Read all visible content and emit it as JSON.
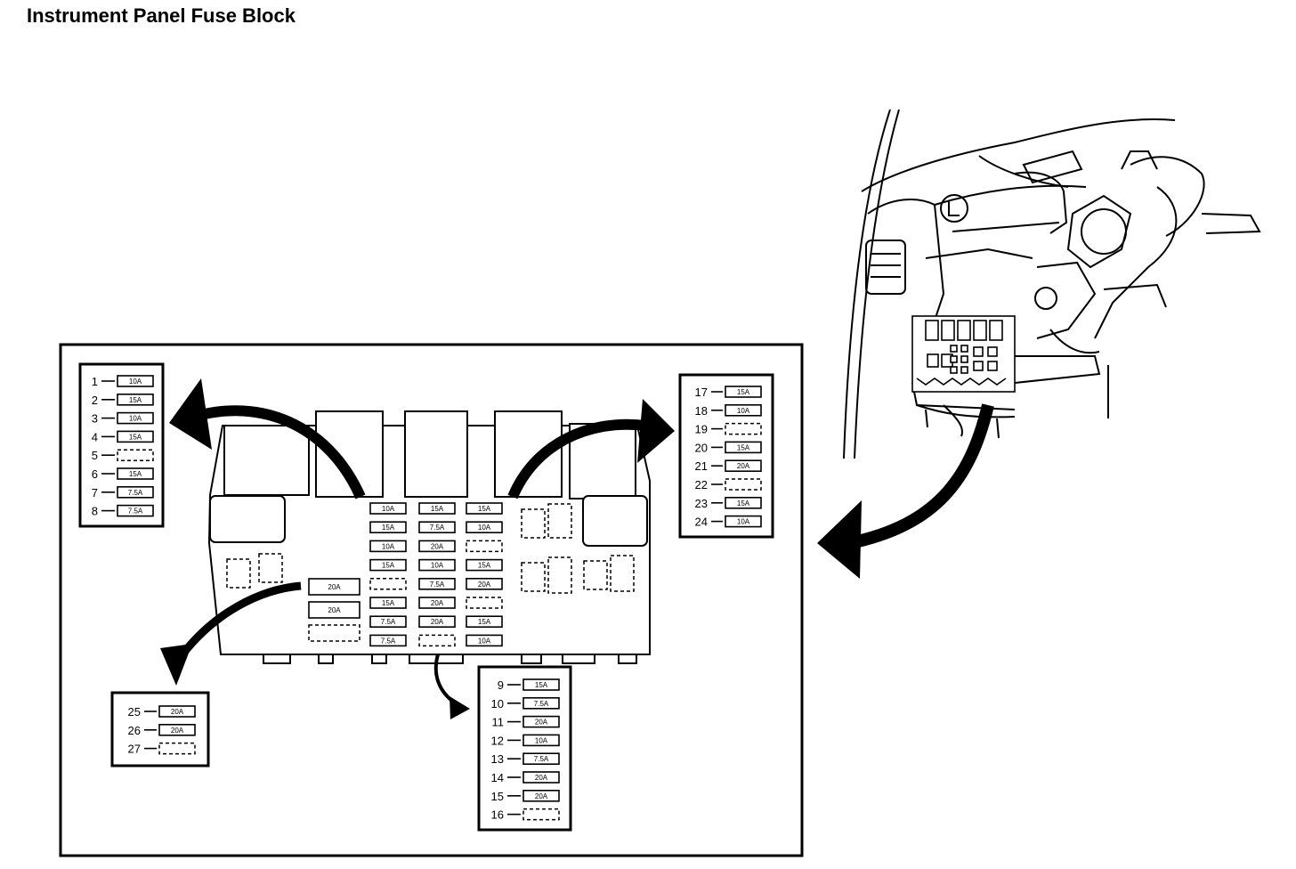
{
  "title": "Instrument Panel Fuse Block",
  "legend_left": [
    {
      "num": "1",
      "amp": "10A"
    },
    {
      "num": "2",
      "amp": "15A"
    },
    {
      "num": "3",
      "amp": "10A"
    },
    {
      "num": "4",
      "amp": "15A"
    },
    {
      "num": "5",
      "amp": ""
    },
    {
      "num": "6",
      "amp": "15A"
    },
    {
      "num": "7",
      "amp": "7.5A"
    },
    {
      "num": "8",
      "amp": "7.5A"
    }
  ],
  "legend_right": [
    {
      "num": "17",
      "amp": "15A"
    },
    {
      "num": "18",
      "amp": "10A"
    },
    {
      "num": "19",
      "amp": ""
    },
    {
      "num": "20",
      "amp": "15A"
    },
    {
      "num": "21",
      "amp": "20A"
    },
    {
      "num": "22",
      "amp": ""
    },
    {
      "num": "23",
      "amp": "15A"
    },
    {
      "num": "24",
      "amp": "10A"
    }
  ],
  "legend_bottom": [
    {
      "num": "9",
      "amp": "15A"
    },
    {
      "num": "10",
      "amp": "7.5A"
    },
    {
      "num": "11",
      "amp": "20A"
    },
    {
      "num": "12",
      "amp": "10A"
    },
    {
      "num": "13",
      "amp": "7.5A"
    },
    {
      "num": "14",
      "amp": "20A"
    },
    {
      "num": "15",
      "amp": "20A"
    },
    {
      "num": "16",
      "amp": ""
    }
  ],
  "legend_bottom_left": [
    {
      "num": "25",
      "amp": "20A"
    },
    {
      "num": "26",
      "amp": "20A"
    },
    {
      "num": "27",
      "amp": ""
    }
  ],
  "block_col1": [
    "10A",
    "15A",
    "10A",
    "15A",
    "",
    "15A",
    "7.5A",
    "7.5A"
  ],
  "block_col2": [
    "15A",
    "7.5A",
    "20A",
    "10A",
    "7.5A",
    "20A",
    "20A",
    ""
  ],
  "block_col3": [
    "15A",
    "10A",
    "",
    "15A",
    "20A",
    "",
    "15A",
    "10A"
  ],
  "block_big": [
    "20A",
    "20A",
    ""
  ]
}
